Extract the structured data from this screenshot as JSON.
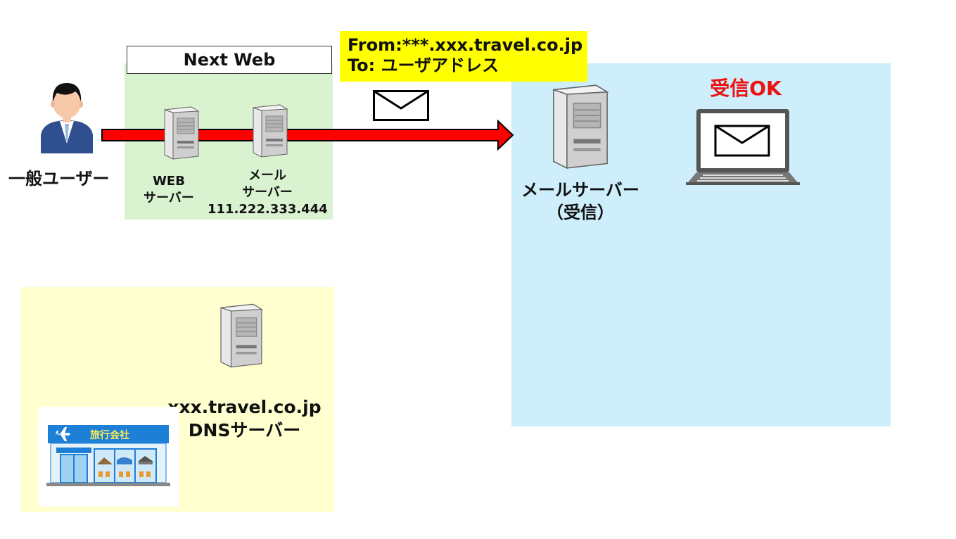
{
  "diagram": {
    "next_web_title": "Next Web",
    "note": {
      "from_line": "From:***.xxx.travel.co.jp",
      "to_line": "To: ユーザアドレス"
    },
    "user_label": "一般ユーザー",
    "web_server_label": [
      "WEB",
      "サーバー"
    ],
    "mail_server_label": [
      "メール",
      "サーバー",
      "111.222.333.444"
    ],
    "receiving_server_label": [
      "メールサーバー",
      "（受信）"
    ],
    "receive_status": "受信OK",
    "dns_server_label": [
      "xxx.travel.co.jp",
      "DNSサーバー"
    ],
    "shop_sign": "旅行会社",
    "colors": {
      "arrow": "#ff0000",
      "next_web_zone": "#d9f2d0",
      "dns_zone": "#ffffd0",
      "receive_zone": "#cdeefa",
      "note_highlight": "#ffff00",
      "status_text": "#ee1111"
    }
  }
}
